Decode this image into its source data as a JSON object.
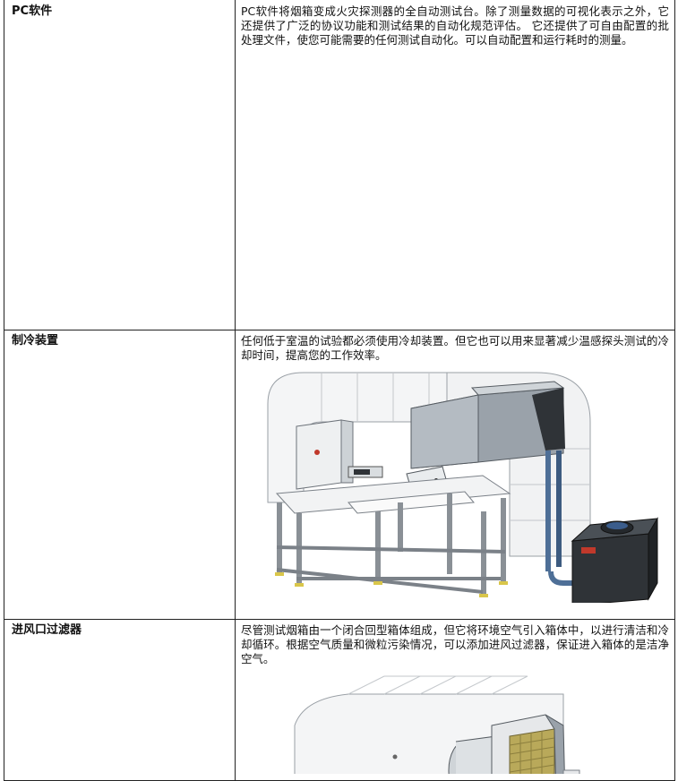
{
  "rows": [
    {
      "label": "PC软件",
      "text": "PC软件将烟箱变成火灾探测器的全自动测试台。除了测量数据的可视化表示之外，它还提供了广泛的协议功能和测试结果的自动化规范评估。 它还提供了可自由配置的批处理文件，使您可能需要的任何测试自动化。可以自动配置和运行耗时的测量。"
    },
    {
      "label": "制冷装置",
      "text": "任何低于室温的试验都必须使用冷却装置。但它也可以用来显著减少温感探头测试的冷却时间，提高您的工作效率。"
    },
    {
      "label": "进风口过滤器",
      "text": "尽管测试烟箱由一个闭合回型箱体组成，但它将环境空气引入箱体中，以进行清洁和冷却循环。根据空气质量和微粒污染情况，可以添加进风过滤器，保证进入箱体的是洁净空气。"
    }
  ],
  "colors": {
    "frame": "#8a9096",
    "panel": "#e9ecee",
    "duct": "#f4f5f6",
    "dark_unit": "#2f3337",
    "pipe": "#4e6f97",
    "filter_mesh": "#b9a95a"
  }
}
